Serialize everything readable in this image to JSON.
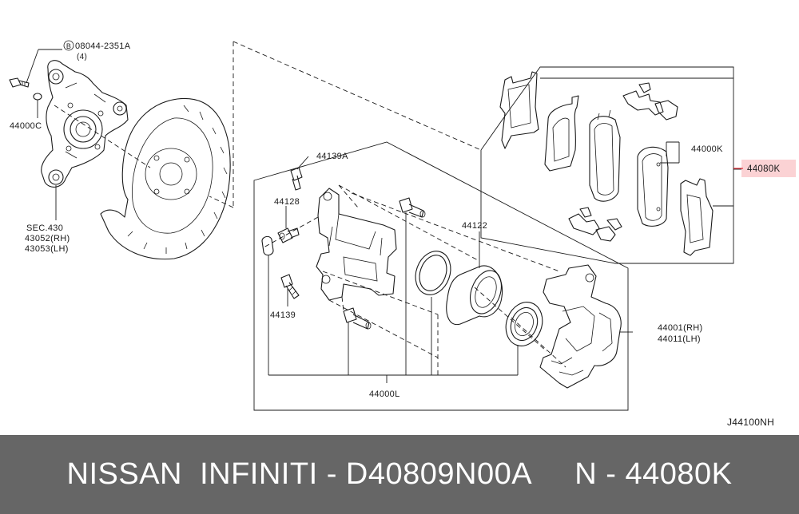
{
  "diagram": {
    "labels": {
      "bolt_spec": "08044-2351A",
      "bolt_qty": "(4)",
      "bolt_circle": "B",
      "washer": "44000C",
      "sec": "SEC.430",
      "knuckle_rh": "43052(RH)",
      "knuckle_lh": "43053(LH)",
      "bolt_44139a": "44139A",
      "bleeder": "44128",
      "bolt_44139": "44139",
      "piston": "44122",
      "kit_44000l": "44000L",
      "kit_44000k": "44000K",
      "pad_kit": "44080K",
      "caliper_rh": "44001(RH)",
      "caliper_lh": "44011(LH)",
      "ref_code": "J44100NH"
    },
    "highlight_color": "#e8212b",
    "highlight_bg": "#fbd2d4"
  },
  "footer": {
    "text": "NISSAN  INFINITI - D40809N00A     N - 44080K",
    "background": "#666666",
    "color": "#ffffff"
  }
}
